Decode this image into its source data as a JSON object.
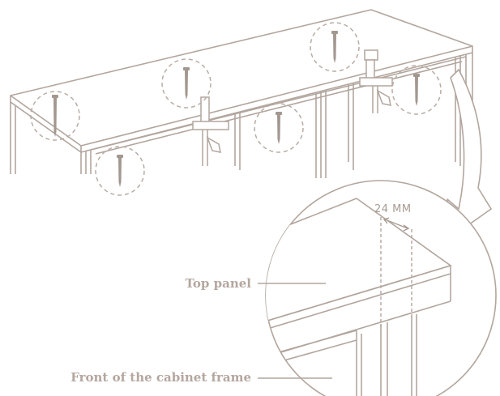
{
  "labels": {
    "top_panel": "Top panel",
    "front_frame": "Front of the cabinet frame",
    "dimension": "24 MM"
  },
  "colors": {
    "line": "#b2a69e",
    "text": "#b4a79f",
    "screw": "#a39890"
  },
  "icons": {
    "screw": "screw-icon",
    "clamp": "clamp-icon",
    "arrow": "curved-arrow-icon"
  }
}
